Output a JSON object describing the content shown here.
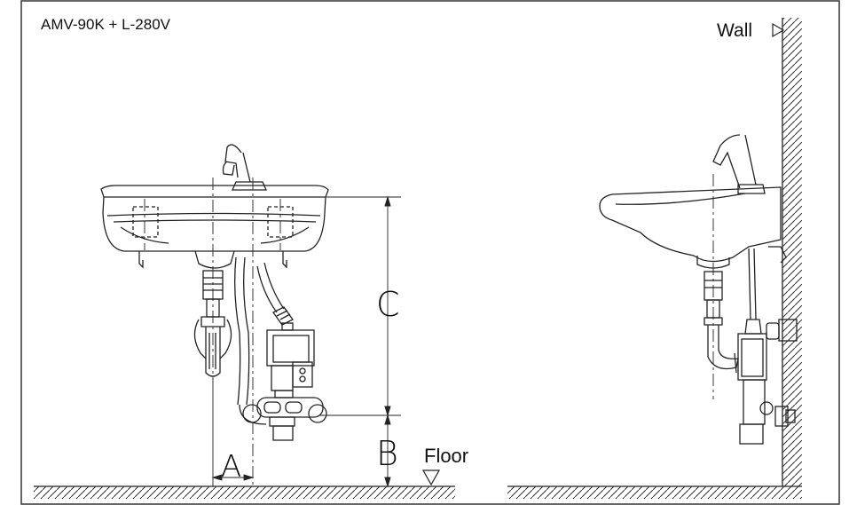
{
  "title": "AMV-90K + L-280V",
  "labels": {
    "wall": "Wall",
    "floor": "Floor",
    "dim_a": "A",
    "dim_b": "B",
    "dim_c": "C"
  },
  "icons": {
    "wall_marker": "triangle-right-icon",
    "floor_marker": "triangle-down-icon"
  },
  "colors": {
    "line": "#222222",
    "background": "#ffffff"
  }
}
